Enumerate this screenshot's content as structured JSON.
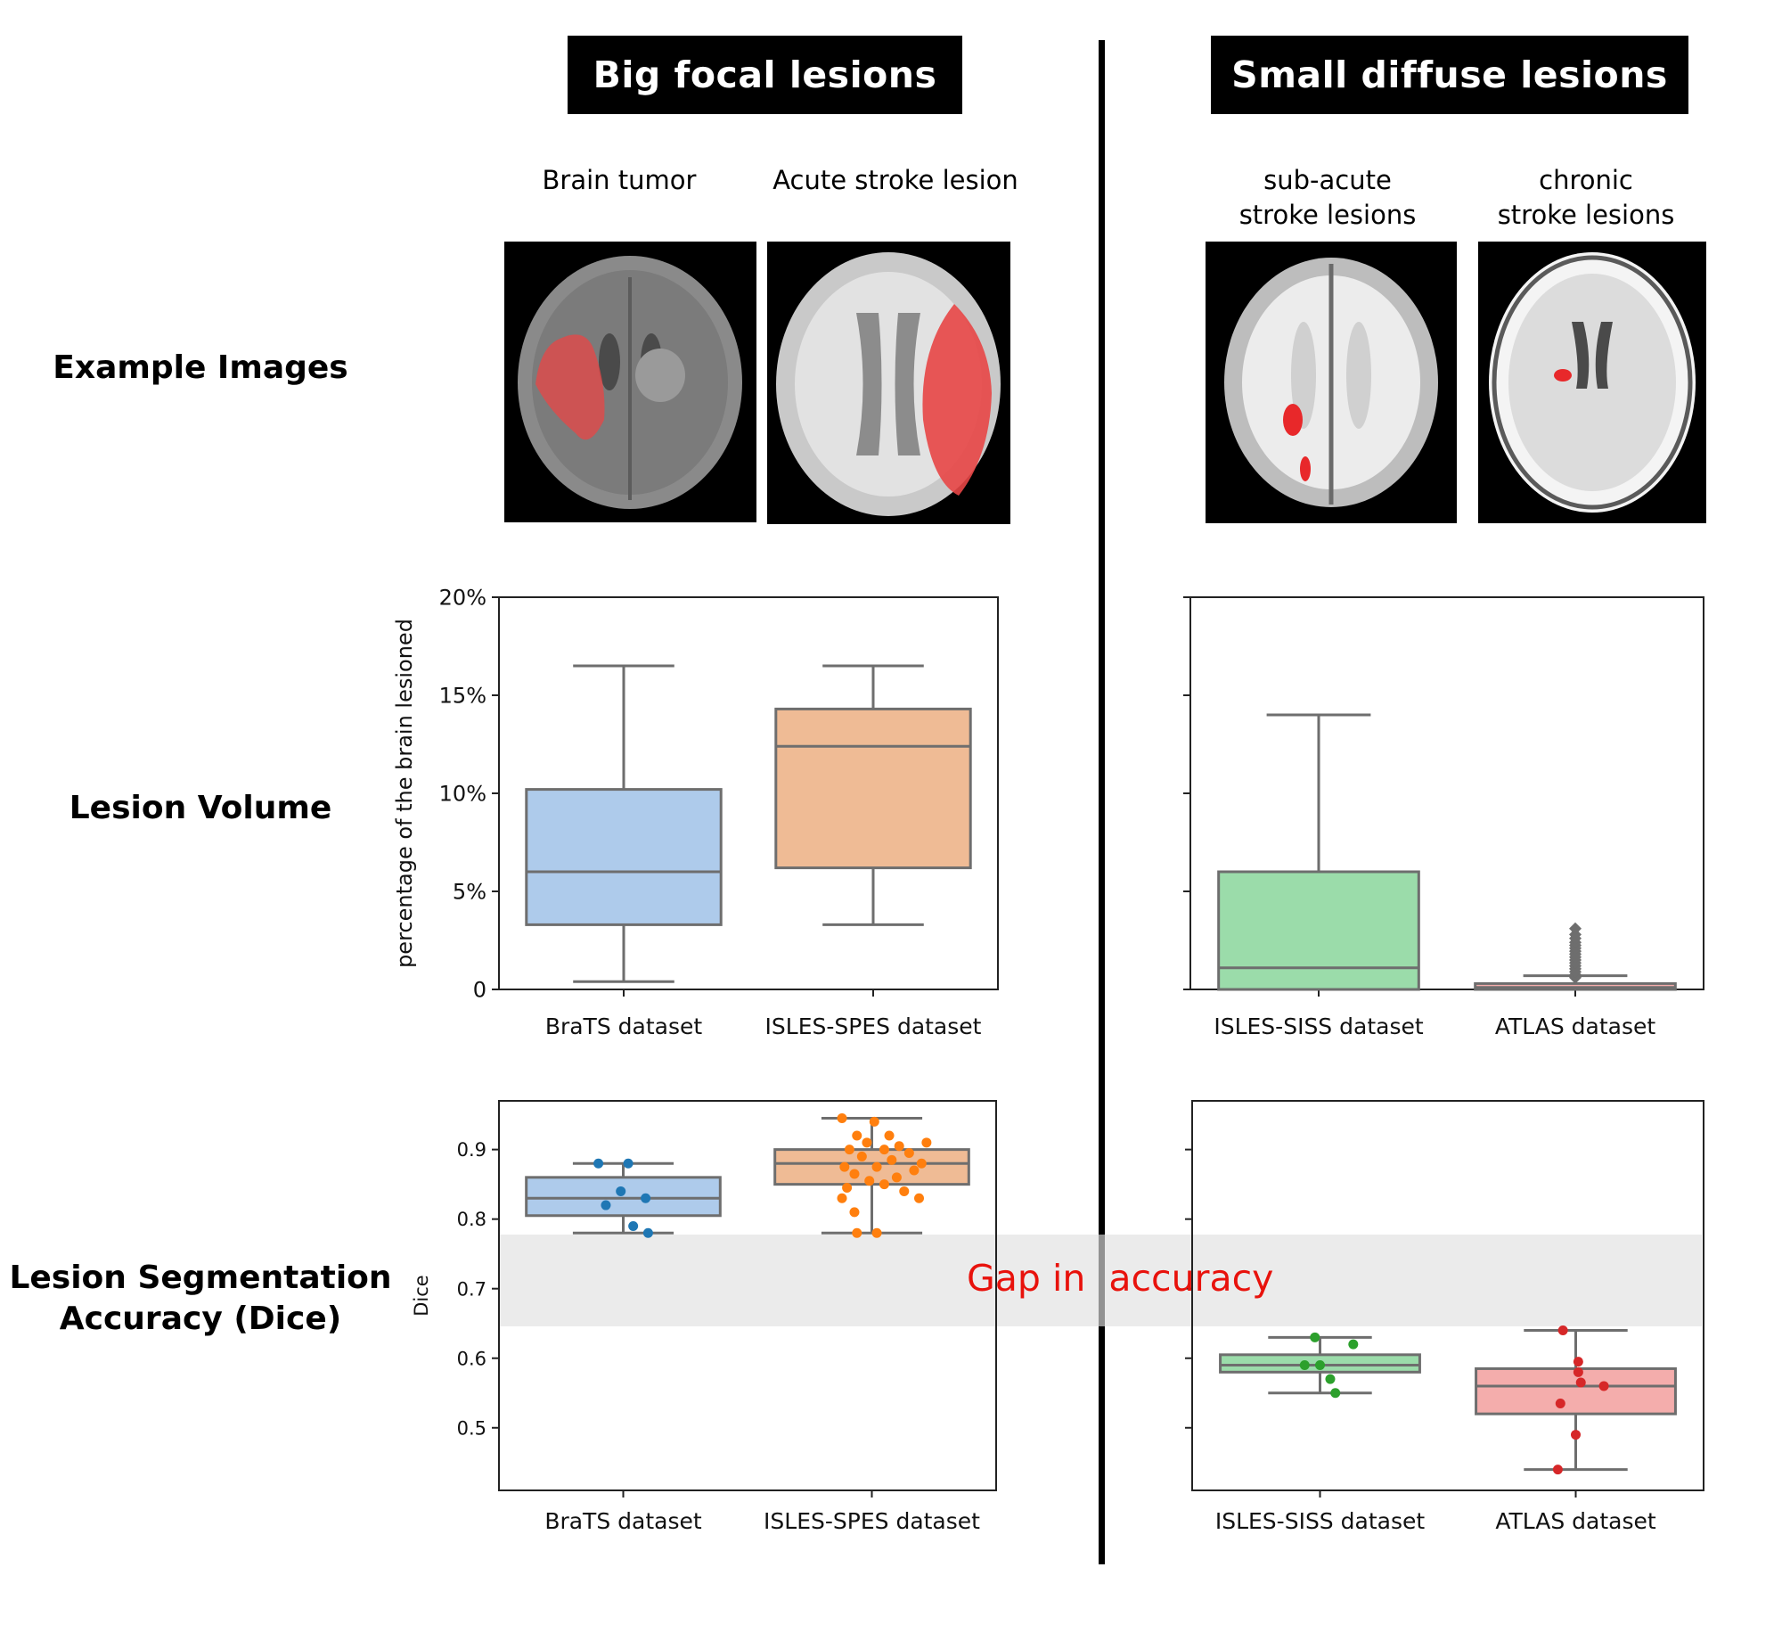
{
  "headers": {
    "left": "Big focal lesions",
    "right": "Small diffuse lesions"
  },
  "row_labels": {
    "images": "Example Images",
    "volume": "Lesion Volume",
    "accuracy": "Lesion Segmentation\nAccuracy (Dice)"
  },
  "image_captions": {
    "brats": "Brain tumor",
    "spes": "Acute stroke lesion",
    "siss": "sub-acute\nstroke lesions",
    "atlas": "chronic\nstroke lesions"
  },
  "gap_annotation": "Gap in  accuracy",
  "colors": {
    "blue_box": "#aecbeb",
    "orange_box": "#efbb95",
    "green_box": "#9bdcaa",
    "red_box": "#f4adac",
    "blue_pt": "#1f77b4",
    "orange_pt": "#ff7f0e",
    "green_pt": "#2ca02c",
    "red_pt": "#d62728",
    "lesion": "#e84646",
    "gap_text": "#e8120c"
  },
  "chart_data": [
    {
      "id": "volume_left",
      "type": "box",
      "ylabel": "percentage of the brain lesioned",
      "ylim": [
        0,
        20
      ],
      "yticks": [
        0,
        5,
        10,
        15,
        20
      ],
      "ytick_labels": [
        "0",
        "5%",
        "10%",
        "15%",
        "20%"
      ],
      "categories": [
        "BraTS dataset",
        "ISLES-SPES dataset"
      ],
      "boxes": [
        {
          "name": "BraTS dataset",
          "whisker_low": 0.4,
          "q1": 3.3,
          "median": 6.0,
          "q3": 10.2,
          "whisker_high": 16.5,
          "color": "#aecbeb"
        },
        {
          "name": "ISLES-SPES dataset",
          "whisker_low": 3.3,
          "q1": 6.2,
          "median": 12.4,
          "q3": 14.3,
          "whisker_high": 16.5,
          "color": "#efbb95"
        }
      ]
    },
    {
      "id": "volume_right",
      "type": "box",
      "ylim": [
        0,
        20
      ],
      "yticks": [
        0,
        5,
        10,
        15,
        20
      ],
      "categories": [
        "ISLES-SISS dataset",
        "ATLAS dataset"
      ],
      "boxes": [
        {
          "name": "ISLES-SISS dataset",
          "whisker_low": 0,
          "q1": 0,
          "median": 1.1,
          "q3": 6.0,
          "whisker_high": 14.0,
          "color": "#9bdcaa"
        },
        {
          "name": "ATLAS dataset",
          "whisker_low": 0,
          "q1": 0,
          "median": 0.1,
          "q3": 0.3,
          "whisker_high": 0.7,
          "color": "#f4adac",
          "outliers": [
            0.6,
            0.75,
            0.9,
            1.05,
            1.2,
            1.35,
            1.5,
            1.65,
            1.8,
            1.95,
            2.1,
            2.25,
            2.4,
            2.6,
            2.8,
            3.1
          ]
        }
      ]
    },
    {
      "id": "dice_left",
      "type": "box",
      "ylabel": "Dice",
      "ylim": [
        0.41,
        0.97
      ],
      "yticks": [
        0.5,
        0.6,
        0.7,
        0.8,
        0.9
      ],
      "ytick_labels": [
        "0.5",
        "0.6",
        "0.7",
        "0.8",
        "0.9"
      ],
      "categories": [
        "BraTS dataset",
        "ISLES-SPES dataset"
      ],
      "boxes": [
        {
          "name": "BraTS dataset",
          "whisker_low": 0.78,
          "q1": 0.805,
          "median": 0.83,
          "q3": 0.86,
          "whisker_high": 0.88,
          "color": "#aecbeb",
          "points": [
            [
              -0.1,
              0.88
            ],
            [
              0.02,
              0.88
            ],
            [
              -0.01,
              0.84
            ],
            [
              0.09,
              0.83
            ],
            [
              -0.07,
              0.82
            ],
            [
              0.04,
              0.79
            ],
            [
              0.1,
              0.78
            ]
          ],
          "point_color": "#1f77b4"
        },
        {
          "name": "ISLES-SPES dataset",
          "whisker_low": 0.78,
          "q1": 0.85,
          "median": 0.88,
          "q3": 0.9,
          "whisker_high": 0.945,
          "color": "#efbb95",
          "points": [
            [
              -0.12,
              0.945
            ],
            [
              0.01,
              0.94
            ],
            [
              -0.06,
              0.92
            ],
            [
              0.07,
              0.92
            ],
            [
              0.22,
              0.91
            ],
            [
              -0.02,
              0.91
            ],
            [
              0.11,
              0.905
            ],
            [
              -0.09,
              0.9
            ],
            [
              0.05,
              0.9
            ],
            [
              0.15,
              0.895
            ],
            [
              -0.04,
              0.89
            ],
            [
              0.08,
              0.885
            ],
            [
              0.2,
              0.88
            ],
            [
              -0.11,
              0.875
            ],
            [
              0.02,
              0.875
            ],
            [
              0.17,
              0.87
            ],
            [
              -0.07,
              0.865
            ],
            [
              0.1,
              0.86
            ],
            [
              -0.01,
              0.855
            ],
            [
              0.05,
              0.85
            ],
            [
              -0.1,
              0.845
            ],
            [
              0.13,
              0.84
            ],
            [
              -0.12,
              0.83
            ],
            [
              0.19,
              0.83
            ],
            [
              -0.07,
              0.81
            ],
            [
              0.02,
              0.78
            ],
            [
              -0.06,
              0.78
            ]
          ],
          "point_color": "#ff7f0e"
        }
      ]
    },
    {
      "id": "dice_right",
      "type": "box",
      "ylim": [
        0.41,
        0.97
      ],
      "yticks": [
        0.5,
        0.6,
        0.7,
        0.8,
        0.9
      ],
      "categories": [
        "ISLES-SISS dataset",
        "ATLAS dataset"
      ],
      "boxes": [
        {
          "name": "ISLES-SISS dataset",
          "whisker_low": 0.55,
          "q1": 0.58,
          "median": 0.59,
          "q3": 0.605,
          "whisker_high": 0.63,
          "color": "#9bdcaa",
          "points": [
            [
              -0.02,
              0.63
            ],
            [
              0.13,
              0.62
            ],
            [
              -0.06,
              0.59
            ],
            [
              0.0,
              0.59
            ],
            [
              0.04,
              0.57
            ],
            [
              0.06,
              0.55
            ]
          ],
          "point_color": "#2ca02c"
        },
        {
          "name": "ATLAS dataset",
          "whisker_low": 0.44,
          "q1": 0.52,
          "median": 0.56,
          "q3": 0.585,
          "whisker_high": 0.64,
          "color": "#f4adac",
          "points": [
            [
              -0.05,
              0.64
            ],
            [
              0.01,
              0.595
            ],
            [
              0.01,
              0.58
            ],
            [
              0.02,
              0.565
            ],
            [
              0.11,
              0.56
            ],
            [
              -0.06,
              0.535
            ],
            [
              0.0,
              0.49
            ],
            [
              -0.07,
              0.44
            ]
          ],
          "point_color": "#d62728"
        }
      ]
    }
  ]
}
